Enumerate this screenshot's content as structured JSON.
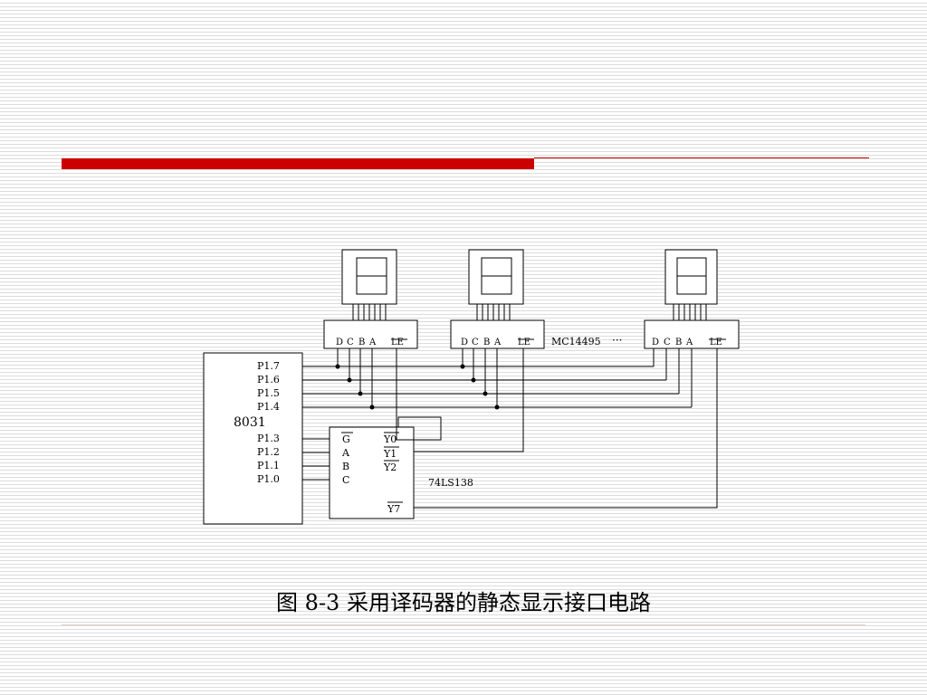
{
  "mcu": {
    "name": "8031",
    "pins": [
      "P1.7",
      "P1.6",
      "P1.5",
      "P1.4",
      "P1.3",
      "P1.2",
      "P1.1",
      "P1.0"
    ]
  },
  "latch": {
    "inputs": [
      "D",
      "C",
      "B",
      "A"
    ],
    "latch_enable": "LE",
    "chip": "MC14495",
    "ellipsis": "···"
  },
  "decoder": {
    "chip": "74LS138",
    "left_pins": [
      "G",
      "A",
      "B",
      "C"
    ],
    "outputs": [
      "Y0",
      "Y1",
      "Y2",
      "Y7"
    ]
  },
  "caption": "图 8-3  采用译码器的静态显示接口电路"
}
